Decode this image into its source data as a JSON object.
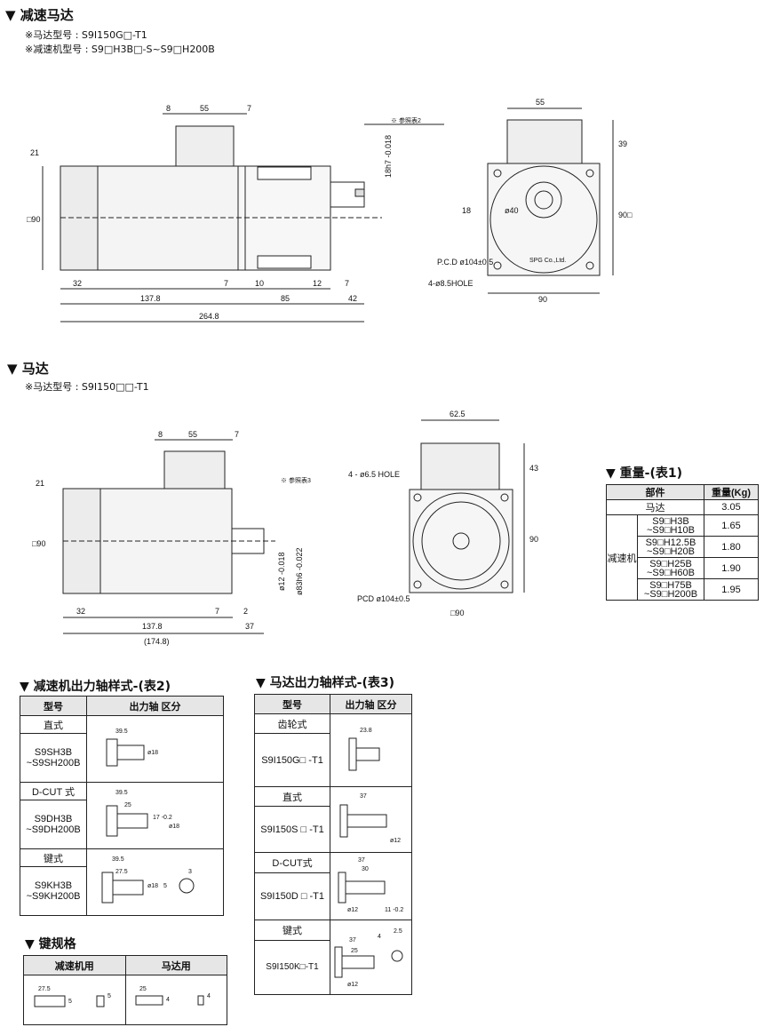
{
  "section1": {
    "title": "▼ 减速马达",
    "note1": "※马达型号 : S9I150G□-T1",
    "note2": "※减速机型号 : S9□H3B□-S~S9□H200B"
  },
  "drawing1": {
    "dims": [
      "8",
      "55",
      "7",
      "21",
      "□90",
      "32",
      "137.8",
      "7",
      "10",
      "85",
      "12",
      "7",
      "42",
      "264.8",
      "18h7 -0.018"
    ],
    "ref_note": "※ 参照表2",
    "front_dims": [
      "55",
      "39",
      "18",
      "ø40",
      "90□",
      "P.C.D ø104±0.5",
      "4-ø8.5HOLE",
      "90"
    ],
    "brand": "SPG Co.,Ltd."
  },
  "section2": {
    "title": "▼ 马达",
    "note1": "※马达型号 : S9I150□□-T1"
  },
  "drawing2": {
    "dims": [
      "8",
      "55",
      "7",
      "21",
      "□90",
      "32",
      "137.8",
      "7",
      "2",
      "37",
      "(174.8)",
      "ø12 -0.018",
      "ø83h6 -0.022"
    ],
    "ref_note": "※ 参照表3",
    "front_dims": [
      "62.5",
      "43",
      "4 - ø6.5 HOLE",
      "90",
      "PCD ø104±0.5",
      "□90"
    ]
  },
  "weight_table": {
    "title": "▼ 重量-(表1)",
    "header": [
      "部件",
      "重量(Kg)"
    ],
    "motor": {
      "name": "马达",
      "weight": "3.05"
    },
    "reducer_label": "减速机",
    "rows": [
      {
        "a": "S9□H3B",
        "b": "~S9□H10B",
        "w": "1.65"
      },
      {
        "a": "S9□H12.5B",
        "b": "~S9□H20B",
        "w": "1.80"
      },
      {
        "a": "S9□H25B",
        "b": "~S9□H60B",
        "w": "1.90"
      },
      {
        "a": "S9□H75B",
        "b": "~S9□H200B",
        "w": "1.95"
      }
    ]
  },
  "table2": {
    "title": "▼ 减速机出力轴样式-(表2)",
    "header": [
      "型号",
      "出力轴 区分"
    ],
    "rows": [
      {
        "type": "直式",
        "model": "S9SH3B\n~S9SH200B",
        "dims": [
          "39.5",
          "ø18"
        ]
      },
      {
        "type": "D-CUT 式",
        "model": "S9DH3B\n~S9DH200B",
        "dims": [
          "39.5",
          "25",
          "17 -0.2",
          "ø18"
        ]
      },
      {
        "type": "键式",
        "model": "S9KH3B\n~S9KH200B",
        "dims": [
          "39.5",
          "27.5",
          "ø18",
          "5",
          "3"
        ]
      }
    ]
  },
  "table3": {
    "title": "▼ 马达出力轴样式-(表3)",
    "header": [
      "型号",
      "出力轴 区分"
    ],
    "rows": [
      {
        "type": "齿轮式",
        "model": "S9I150G□ -T1",
        "dims": [
          "23.8"
        ]
      },
      {
        "type": "直式",
        "model": "S9I150S □ -T1",
        "dims": [
          "37",
          "ø12"
        ]
      },
      {
        "type": "D-CUT式",
        "model": "S9I150D □ -T1",
        "dims": [
          "37",
          "30",
          "ø12",
          "11 -0.2"
        ]
      },
      {
        "type": "键式",
        "model": "S9I150K□-T1",
        "dims": [
          "37",
          "25",
          "4",
          "2.5",
          "ø12"
        ]
      }
    ]
  },
  "key_table": {
    "title": "▼ 键规格",
    "header": [
      "减速机用",
      "马达用"
    ],
    "dims_a": [
      "27.5",
      "5",
      "5"
    ],
    "dims_b": [
      "25",
      "4",
      "4"
    ]
  }
}
